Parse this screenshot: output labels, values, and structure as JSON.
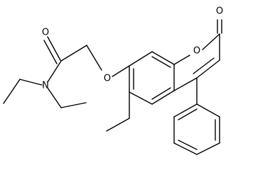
{
  "molecule": {
    "atoms": {
      "carbonyl_o_amide": "O",
      "amide_n": "N",
      "ether_o": "O",
      "ring_o": "O",
      "lactone_o": "O"
    }
  }
}
